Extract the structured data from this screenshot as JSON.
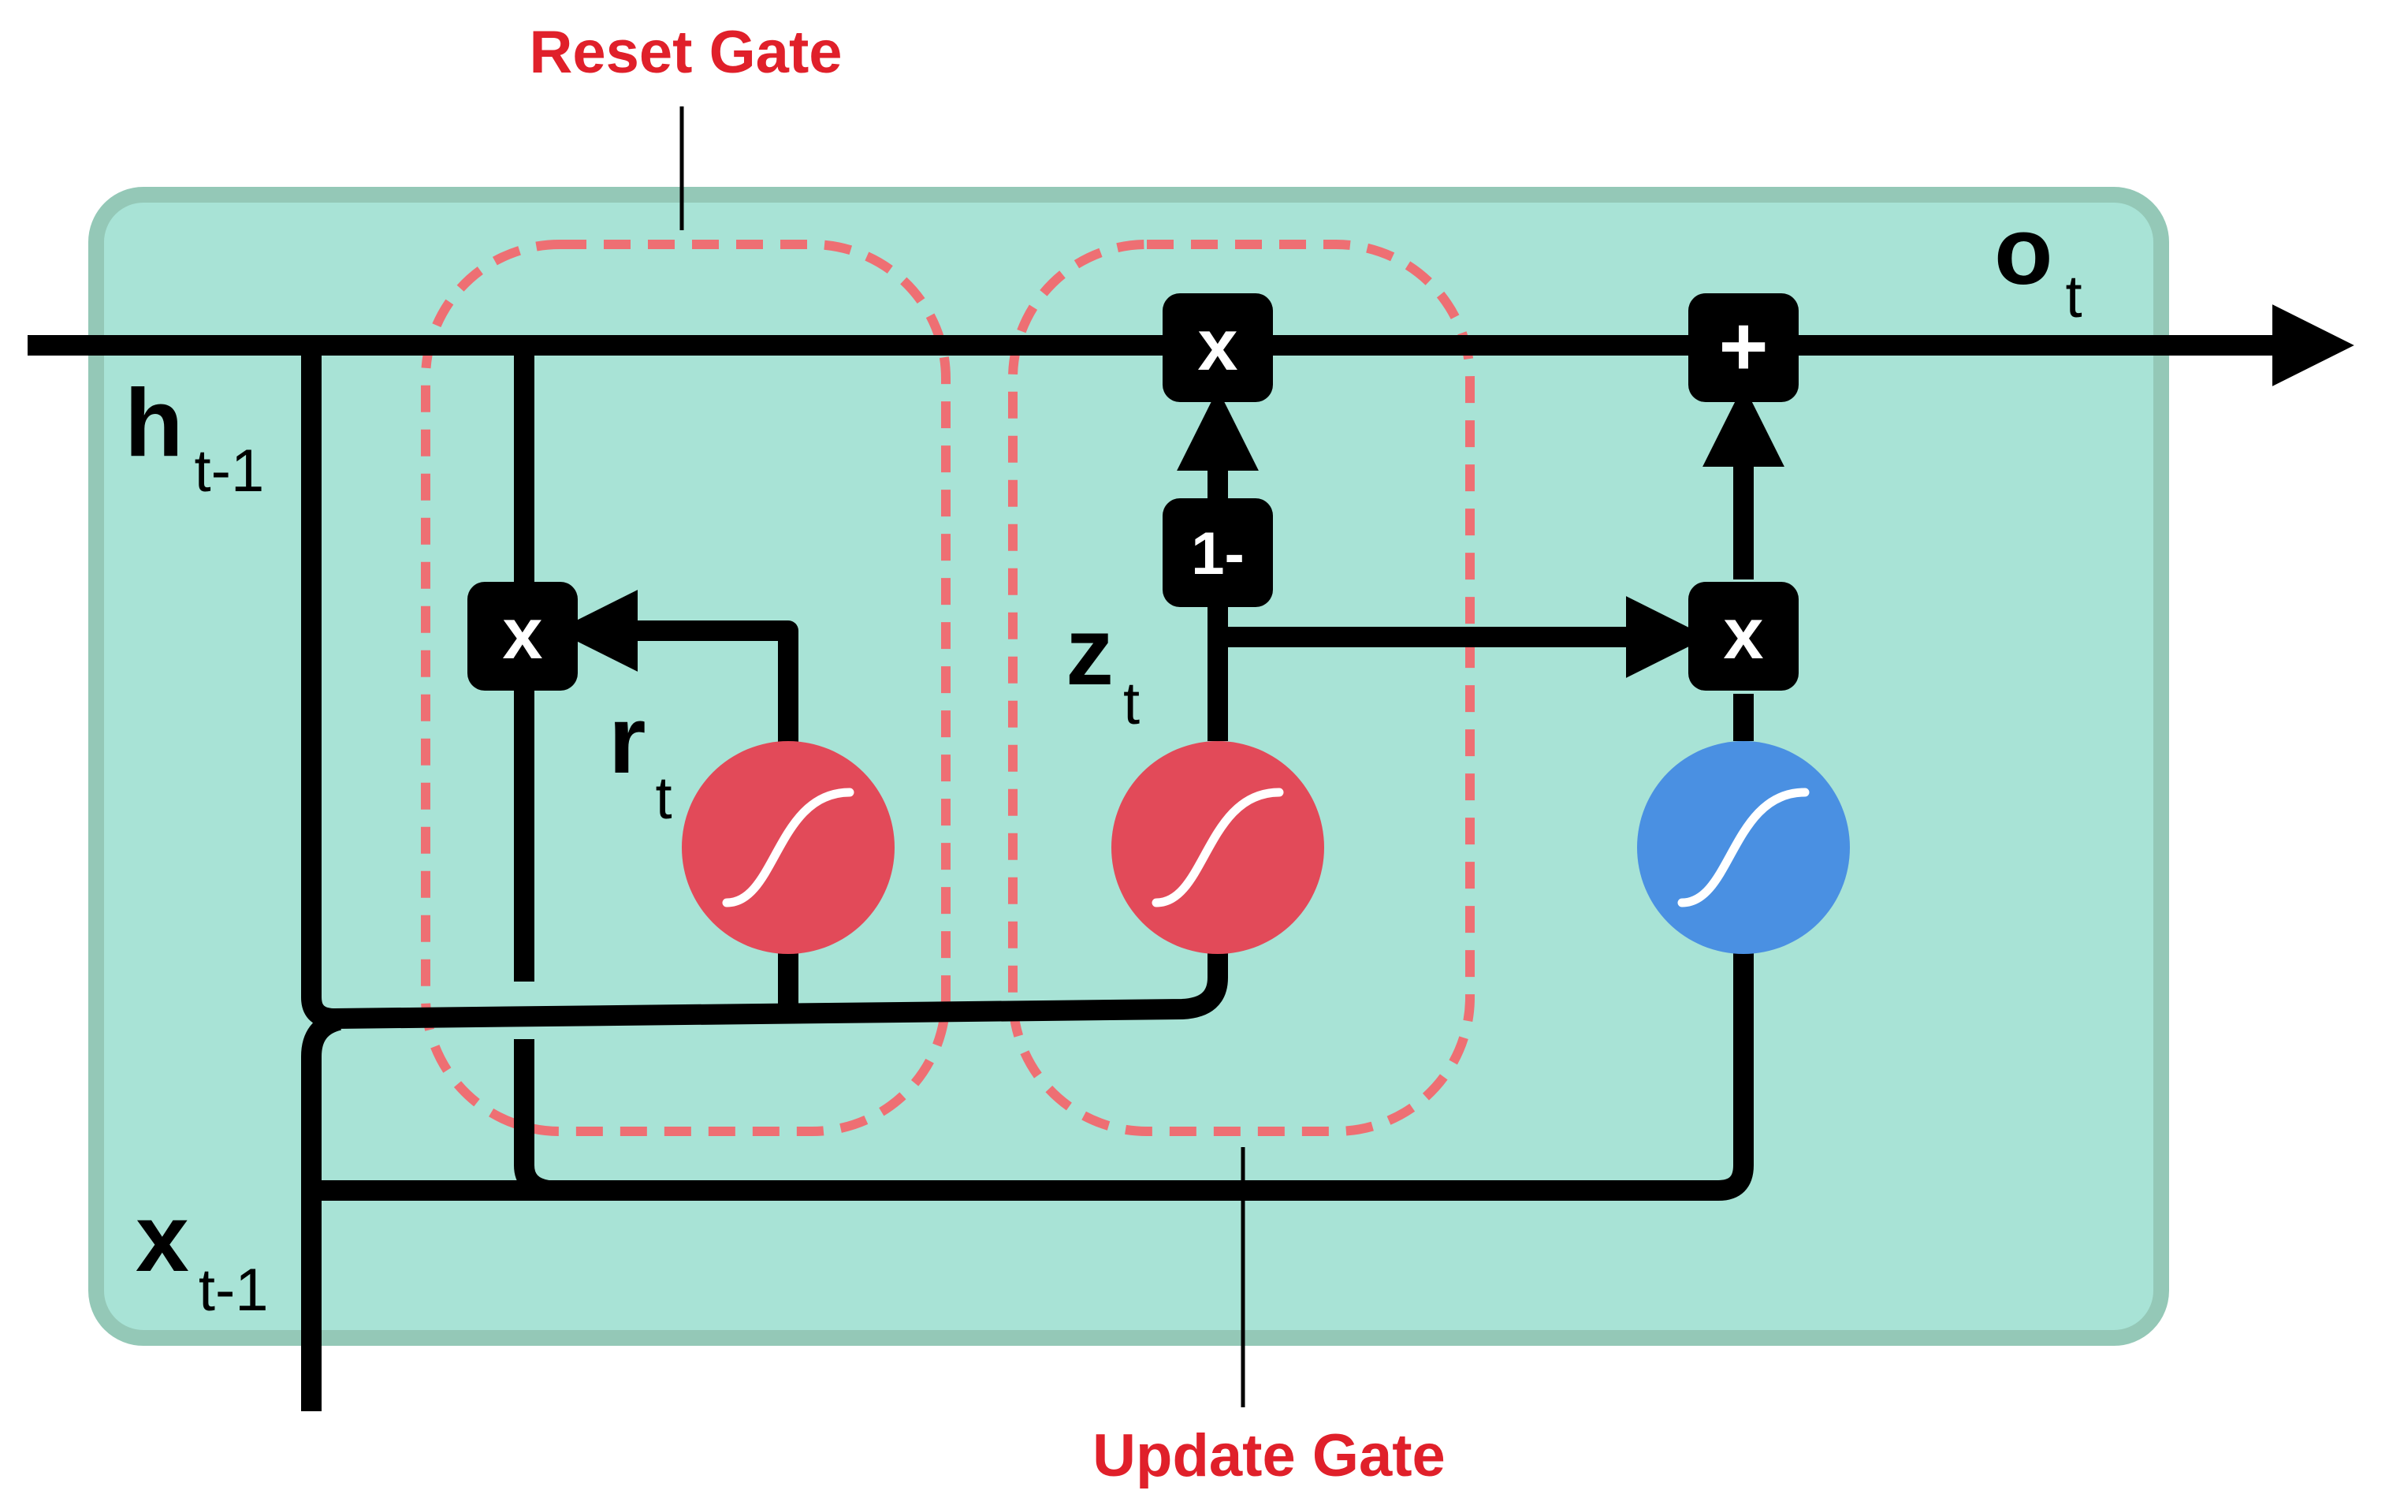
{
  "labels": {
    "reset_gate": "Reset Gate",
    "update_gate": "Update Gate",
    "h_prev": {
      "main": "h",
      "sub": "t-1"
    },
    "x_prev": {
      "main": "x",
      "sub": "t-1"
    },
    "output": {
      "main": "o",
      "sub": "t"
    },
    "reset_signal": {
      "main": "r",
      "sub": "t"
    },
    "update_signal": {
      "main": "z",
      "sub": "t"
    }
  },
  "operators": {
    "multiply": "x",
    "add": "+",
    "one_minus": "1-"
  },
  "colors": {
    "cell_fill": "#a8e3d6",
    "cell_border": "#94c8b7",
    "gate_outline": "#ee6f73",
    "gate_label": "#e0202a",
    "sigmoid_red": "#e24a59",
    "tanh_blue": "#4a90e2",
    "wire": "#000000"
  }
}
